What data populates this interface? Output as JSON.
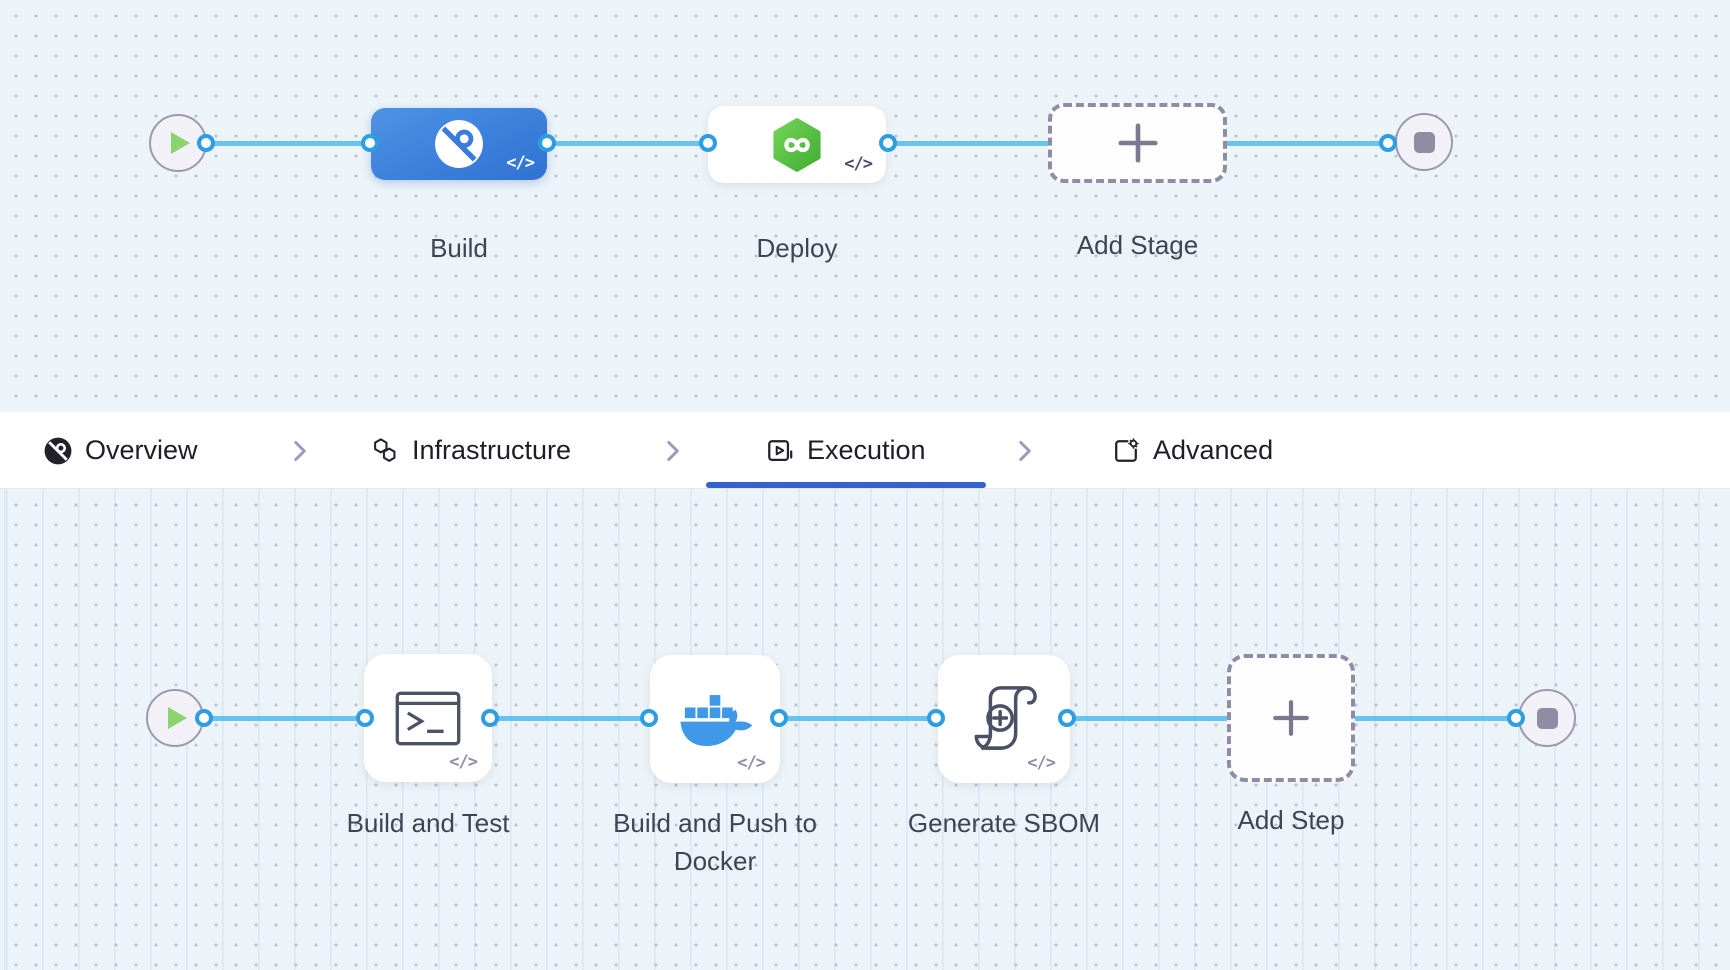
{
  "stage_pipeline": {
    "stages": [
      {
        "label": "Build",
        "icon": "ci-build-icon",
        "code_badge": "</>",
        "selected": true
      },
      {
        "label": "Deploy",
        "icon": "cd-deploy-icon",
        "code_badge": "</>",
        "selected": false
      }
    ],
    "add_stage_label": "Add Stage"
  },
  "tab_bar": {
    "tabs": [
      {
        "label": "Overview",
        "icon": "overview-icon",
        "active": false
      },
      {
        "label": "Infrastructure",
        "icon": "infrastructure-icon",
        "active": false
      },
      {
        "label": "Execution",
        "icon": "execution-icon",
        "active": true
      },
      {
        "label": "Advanced",
        "icon": "advanced-icon",
        "active": false
      }
    ]
  },
  "step_pipeline": {
    "steps": [
      {
        "label": "Build and Test",
        "icon": "terminal-icon",
        "code_badge": "</>"
      },
      {
        "label": "Build and Push to Docker",
        "icon": "docker-icon",
        "code_badge": "</>"
      },
      {
        "label": "Generate SBOM",
        "icon": "sbom-scroll-icon",
        "code_badge": "</>"
      }
    ],
    "add_step_label": "Add Step"
  },
  "colors": {
    "selected_stage_blue": "#3b80db",
    "connector_blue": "#68c3ef",
    "port_ring_blue": "#2d9ee2",
    "active_tab_underline": "#3463cd",
    "deploy_green": "#52c13e",
    "docker_blue": "#3f98e8",
    "play_green": "#8bd36f"
  }
}
